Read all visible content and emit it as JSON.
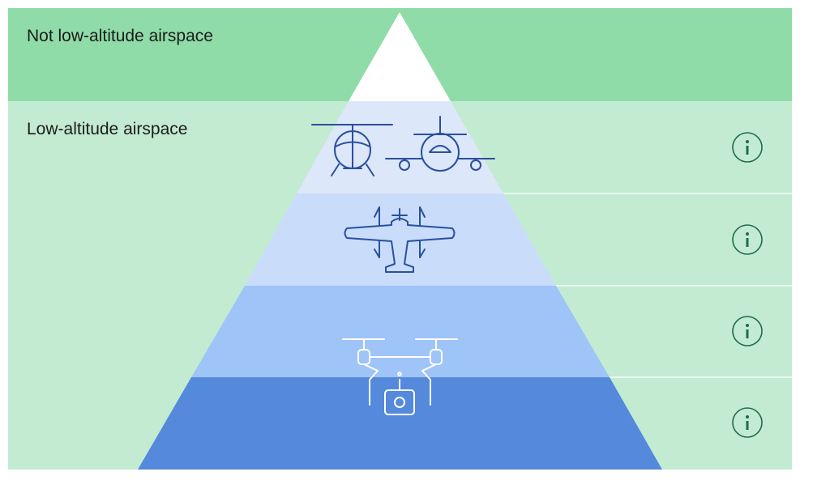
{
  "labels": {
    "not_low_altitude": "Not low-altitude airspace",
    "low_altitude": "Low-altitude airspace"
  },
  "tiers": [
    {
      "name": "top",
      "icon": "apex"
    },
    {
      "name": "crewed-aircraft",
      "icons": [
        "helicopter-icon",
        "airplane-icon"
      ],
      "info_icon": "info-icon"
    },
    {
      "name": "evtol-aircraft",
      "icon": "evtol-aircraft-icon",
      "info_icon": "info-icon"
    },
    {
      "name": "drone-upper",
      "icon": "camera-drone-icon",
      "info_icon": "info-icon"
    },
    {
      "name": "drone-lower",
      "icon": "camera-drone-icon",
      "info_icon": "info-icon"
    }
  ],
  "colors": {
    "not_low_band": "#8fdca8",
    "low_band": "#c3ebd2",
    "apex": "#ffffff",
    "tier1": "#dce7f9",
    "tier2": "#c9ddfb",
    "tier3": "#9fc4f7",
    "tier4": "#5489dc",
    "icon_stroke": "#2b4f9e",
    "info_stroke": "#1f6b4f"
  }
}
